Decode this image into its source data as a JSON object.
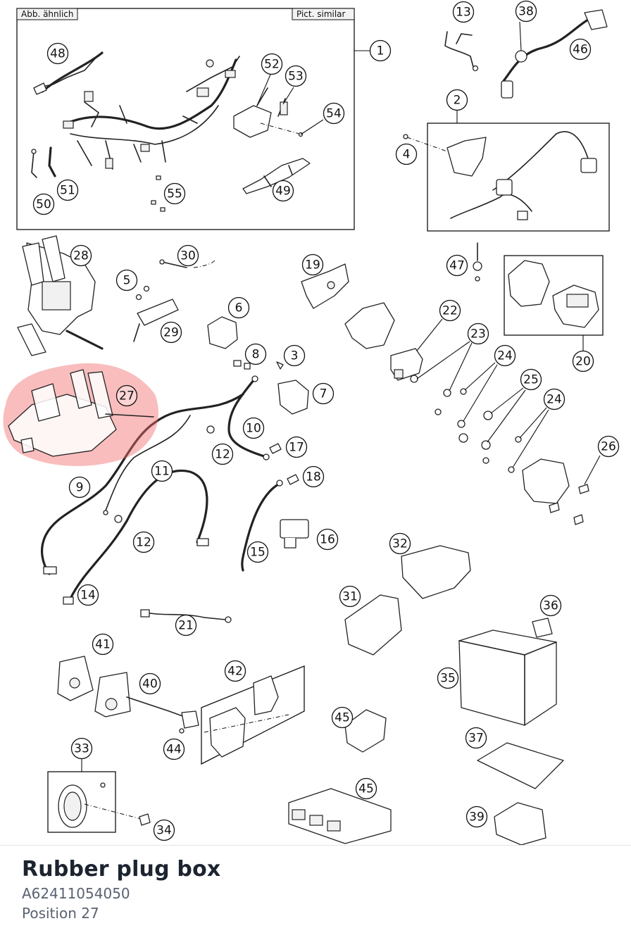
{
  "diagram": {
    "tag_left": "Abb. ähnlich",
    "tag_right": "Pict. similar",
    "highlight_color": "#f26d6d",
    "callouts": [
      "1",
      "2",
      "3",
      "4",
      "5",
      "6",
      "7",
      "8",
      "9",
      "10",
      "11",
      "12",
      "13",
      "14",
      "15",
      "16",
      "17",
      "18",
      "19",
      "20",
      "21",
      "22",
      "23",
      "24",
      "25",
      "26",
      "27",
      "28",
      "29",
      "30",
      "31",
      "32",
      "33",
      "34",
      "35",
      "36",
      "37",
      "38",
      "39",
      "40",
      "41",
      "42",
      "44",
      "45",
      "46",
      "47",
      "48",
      "49",
      "50",
      "51",
      "52",
      "53",
      "54",
      "55"
    ],
    "highlighted": "27"
  },
  "part": {
    "name": "Rubber plug box",
    "number": "A62411054050",
    "position": "Position 27"
  }
}
